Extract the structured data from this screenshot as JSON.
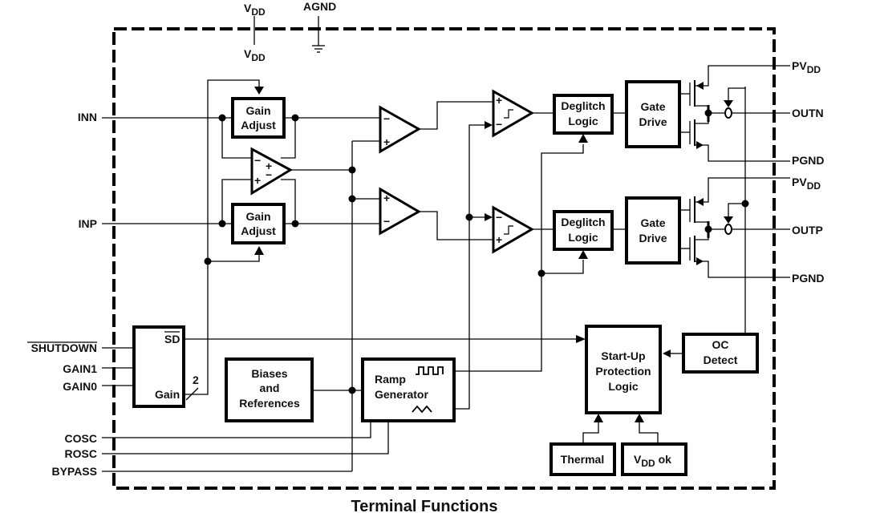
{
  "supply": {
    "vdd_outer": {
      "main": "V",
      "sub": "DD"
    },
    "vdd_inner": {
      "main": "V",
      "sub": "DD"
    },
    "agnd": "AGND"
  },
  "pins_left": {
    "inn": "INN",
    "inp": "INP",
    "shutdown": "SHUTDOWN",
    "gain1": "GAIN1",
    "gain0": "GAIN0",
    "cosc": "COSC",
    "rosc": "ROSC",
    "bypass": "BYPASS"
  },
  "pins_right": {
    "pvdd_top": {
      "main": "PV",
      "sub": "DD"
    },
    "outn": "OUTN",
    "pgnd_top": "PGND",
    "pvdd_bottom": {
      "main": "PV",
      "sub": "DD"
    },
    "outp": "OUTP",
    "pgnd_bottom": "PGND"
  },
  "blocks": {
    "gain_adjust_top": [
      "Gain",
      "Adjust"
    ],
    "gain_adjust_bottom": [
      "Gain",
      "Adjust"
    ],
    "deglitch_top": [
      "Deglitch",
      "Logic"
    ],
    "deglitch_bottom": [
      "Deglitch",
      "Logic"
    ],
    "gate_drive_top": [
      "Gate",
      "Drive"
    ],
    "gate_drive_bottom": [
      "Gate",
      "Drive"
    ],
    "control": {
      "sd": "SD",
      "gain": "Gain",
      "bus_width": "2"
    },
    "biases": [
      "Biases",
      "and",
      "References"
    ],
    "ramp": [
      "Ramp",
      "Generator"
    ],
    "startup": [
      "Start-Up",
      "Protection",
      "Logic"
    ],
    "oc_detect": [
      "OC",
      "Detect"
    ],
    "thermal": "Thermal",
    "vdd_ok": {
      "main": "V",
      "sub": "DD",
      "suffix": " ok"
    }
  },
  "signs": {
    "plus": "+",
    "minus": "−"
  },
  "caption": "Terminal Functions"
}
